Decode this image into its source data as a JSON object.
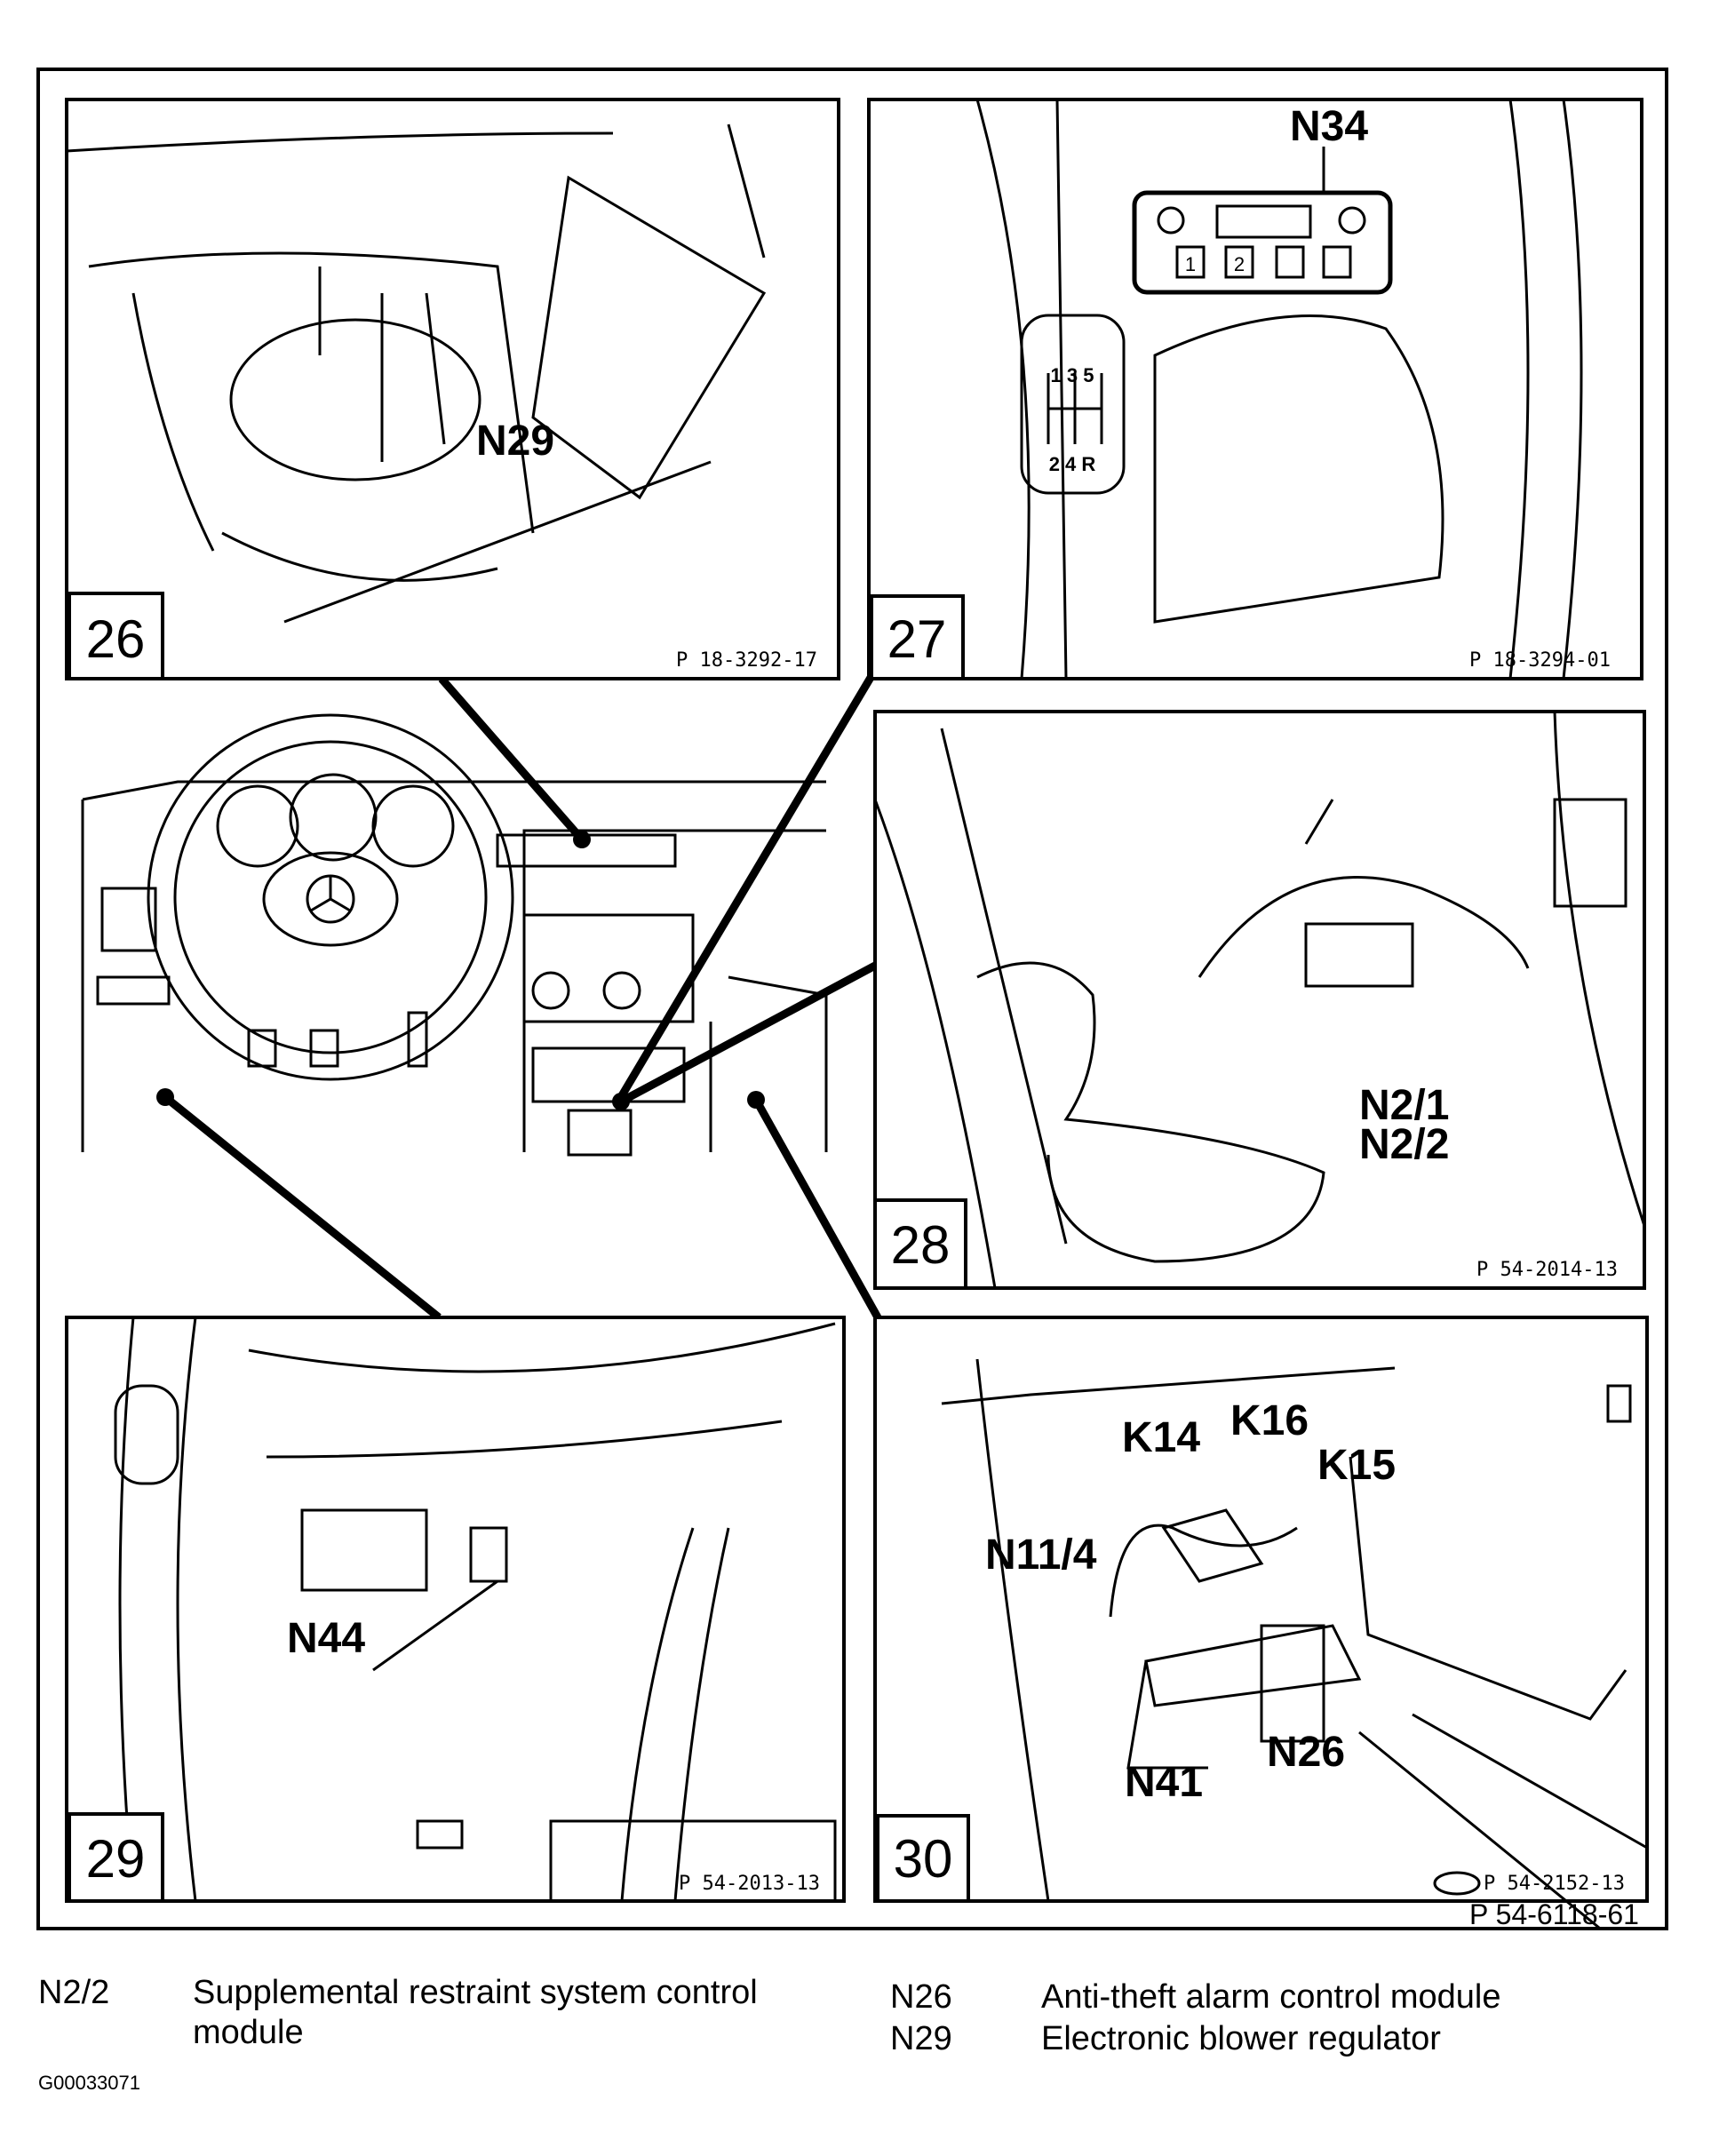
{
  "panels": [
    {
      "number": "26",
      "ref": "P 18-3292-17",
      "callouts": [
        "N29"
      ]
    },
    {
      "number": "27",
      "ref": "P 18-3294-01",
      "callouts": [
        "N34"
      ],
      "shift_pattern": [
        "1 3 5",
        "2 4 R"
      ],
      "control_buttons": [
        "1",
        "2"
      ]
    },
    {
      "number": "28",
      "ref": "P 54-2014-13",
      "callouts": [
        "N2/1",
        "N2/2"
      ]
    },
    {
      "number": "29",
      "ref": "P 54-2013-13",
      "callouts": [
        "N44"
      ]
    },
    {
      "number": "30",
      "ref": "P 54-2152-13",
      "callouts": [
        "K14",
        "K16",
        "K15",
        "N11/4",
        "N41",
        "N26"
      ]
    }
  ],
  "figure_ref": "P 54-6118-61",
  "legend": [
    {
      "code": "N2/2",
      "description_line1": "Supplemental restraint system control",
      "description_line2": "module"
    },
    {
      "code": "N26",
      "description_line1": "Anti-theft alarm control module"
    },
    {
      "code": "N29",
      "description_line1": "Electronic blower regulator"
    }
  ],
  "image_id": "G00033071"
}
